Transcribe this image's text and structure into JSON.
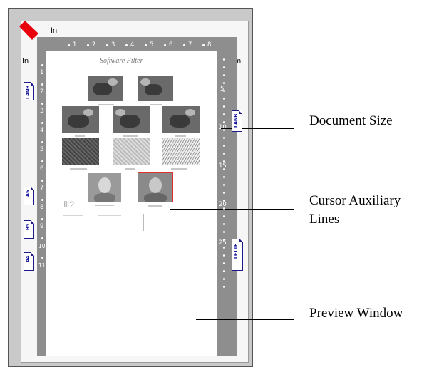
{
  "rulers": {
    "top_unit": "In",
    "left_unit": "In",
    "right_unit": "Cm",
    "top_ticks": [
      "1",
      "2",
      "3",
      "4",
      "5",
      "6",
      "7",
      "8"
    ],
    "left_ticks": [
      "1",
      "2",
      "3",
      "4",
      "5",
      "6",
      "7",
      "8",
      "9",
      "10",
      "11"
    ],
    "right_ticks": [
      "5",
      "10",
      "15",
      "20",
      "25"
    ]
  },
  "icons": {
    "corner": "red-corner-marker-icon",
    "color_marker": "#e8000c"
  },
  "doc_buttons_left": [
    {
      "label": "LANB"
    },
    {
      "label": "A5"
    },
    {
      "label": "B5"
    },
    {
      "label": "A4"
    }
  ],
  "doc_buttons_right": [
    {
      "label": "LANB"
    },
    {
      "label": "LETTE"
    }
  ],
  "preview": {
    "page_title": "Software Filter",
    "side_label": "Ⅲ?"
  },
  "callouts": {
    "document_size": "Document Size",
    "cursor_lines_1": "Cursor Auxiliary",
    "cursor_lines_2": "Lines",
    "preview_window": "Preview Window"
  }
}
